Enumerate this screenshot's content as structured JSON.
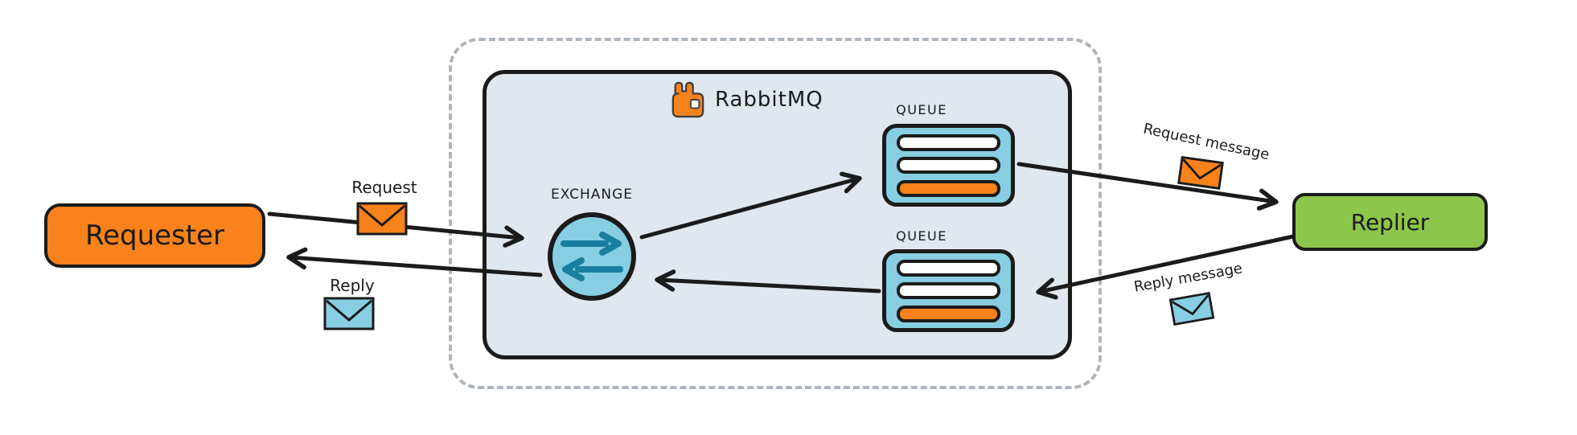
{
  "diagram": {
    "requester": {
      "label": "Requester"
    },
    "replier": {
      "label": "Replier"
    },
    "broker": {
      "name": "RabbitMQ",
      "logo_icon": "rabbitmq-logo"
    },
    "exchange": {
      "label": "EXCHANGE"
    },
    "queues": [
      {
        "label": "QUEUE",
        "bars": [
          "white",
          "white",
          "orange"
        ]
      },
      {
        "label": "QUEUE",
        "bars": [
          "white",
          "white",
          "orange"
        ]
      }
    ],
    "messages": {
      "request": {
        "label": "Request",
        "envelope": "orange-envelope-icon"
      },
      "reply": {
        "label": "Reply",
        "envelope": "blue-envelope-icon"
      },
      "request_message": {
        "label": "Request message",
        "envelope": "orange-envelope-icon"
      },
      "reply_message": {
        "label": "Reply message",
        "envelope": "blue-envelope-icon"
      }
    }
  },
  "colors": {
    "orange": "#f8821b",
    "green": "#8cc64b",
    "light_blue": "#87cee2",
    "teal_arrow": "#1a7f9e",
    "broker_fill": "#e0e7ee",
    "dashed_border": "#aeb5bc",
    "line": "#1b1b1b"
  }
}
